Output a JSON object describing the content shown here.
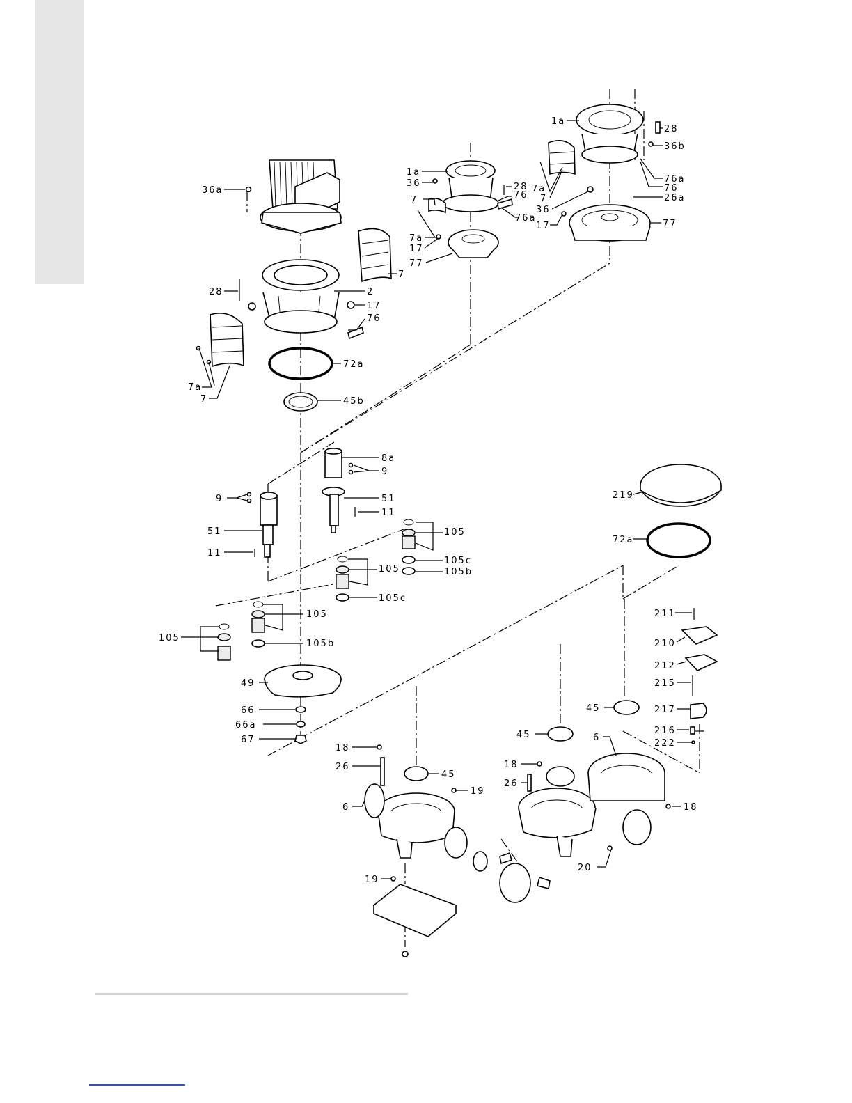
{
  "labels": [
    {
      "id": "1a-top",
      "text": "1a"
    },
    {
      "id": "28-top",
      "text": "28"
    },
    {
      "id": "36b",
      "text": "36b"
    },
    {
      "id": "76a-top",
      "text": "76a"
    },
    {
      "id": "76-top",
      "text": "76"
    },
    {
      "id": "26a",
      "text": "26a"
    },
    {
      "id": "7a-tr",
      "text": "7a"
    },
    {
      "id": "7-tr",
      "text": "7"
    },
    {
      "id": "36-tr",
      "text": "36"
    },
    {
      "id": "17-tr",
      "text": "17"
    },
    {
      "id": "77-tr",
      "text": "77"
    },
    {
      "id": "1a-mid",
      "text": "1a"
    },
    {
      "id": "36-mid",
      "text": "36"
    },
    {
      "id": "28-mid",
      "text": "28"
    },
    {
      "id": "76-mid",
      "text": "76"
    },
    {
      "id": "7-mid",
      "text": "7"
    },
    {
      "id": "76a-mid",
      "text": "76a"
    },
    {
      "id": "7a-mid",
      "text": "7a"
    },
    {
      "id": "17-mid",
      "text": "17"
    },
    {
      "id": "77-mid",
      "text": "77"
    },
    {
      "id": "36a",
      "text": "36a"
    },
    {
      "id": "7-guard",
      "text": "7"
    },
    {
      "id": "28-left",
      "text": "28"
    },
    {
      "id": "2",
      "text": "2"
    },
    {
      "id": "17-left",
      "text": "17"
    },
    {
      "id": "76-left",
      "text": "76"
    },
    {
      "id": "72a-left",
      "text": "72a"
    },
    {
      "id": "7a-left",
      "text": "7a"
    },
    {
      "id": "7-left",
      "text": "7"
    },
    {
      "id": "45b",
      "text": "45b"
    },
    {
      "id": "8a",
      "text": "8a"
    },
    {
      "id": "9-r",
      "text": "9"
    },
    {
      "id": "9-l",
      "text": "9"
    },
    {
      "id": "51-r",
      "text": "51"
    },
    {
      "id": "11-r",
      "text": "11"
    },
    {
      "id": "51-l",
      "text": "51"
    },
    {
      "id": "11-l",
      "text": "11"
    },
    {
      "id": "105-a",
      "text": "105"
    },
    {
      "id": "105c-a",
      "text": "105c"
    },
    {
      "id": "105b-a",
      "text": "105b"
    },
    {
      "id": "105-b",
      "text": "105"
    },
    {
      "id": "105c-b",
      "text": "105c"
    },
    {
      "id": "105-c",
      "text": "105"
    },
    {
      "id": "105b-c",
      "text": "105b"
    },
    {
      "id": "105-d",
      "text": "105"
    },
    {
      "id": "219",
      "text": "219"
    },
    {
      "id": "72a-right",
      "text": "72a"
    },
    {
      "id": "211",
      "text": "211"
    },
    {
      "id": "210",
      "text": "210"
    },
    {
      "id": "212",
      "text": "212"
    },
    {
      "id": "215",
      "text": "215"
    },
    {
      "id": "217",
      "text": "217"
    },
    {
      "id": "216",
      "text": "216"
    },
    {
      "id": "222",
      "text": "222"
    },
    {
      "id": "49",
      "text": "49"
    },
    {
      "id": "66",
      "text": "66"
    },
    {
      "id": "66a",
      "text": "66a"
    },
    {
      "id": "67",
      "text": "67"
    },
    {
      "id": "45-r",
      "text": "45"
    },
    {
      "id": "45-m",
      "text": "45"
    },
    {
      "id": "6-r",
      "text": "6"
    },
    {
      "id": "18-m",
      "text": "18"
    },
    {
      "id": "26-m",
      "text": "26"
    },
    {
      "id": "18-r",
      "text": "18"
    },
    {
      "id": "20",
      "text": "20"
    },
    {
      "id": "18-l",
      "text": "18"
    },
    {
      "id": "26-l",
      "text": "26"
    },
    {
      "id": "45-l",
      "text": "45"
    },
    {
      "id": "19-r",
      "text": "19"
    },
    {
      "id": "6-l",
      "text": "6"
    },
    {
      "id": "19-l",
      "text": "19"
    }
  ]
}
